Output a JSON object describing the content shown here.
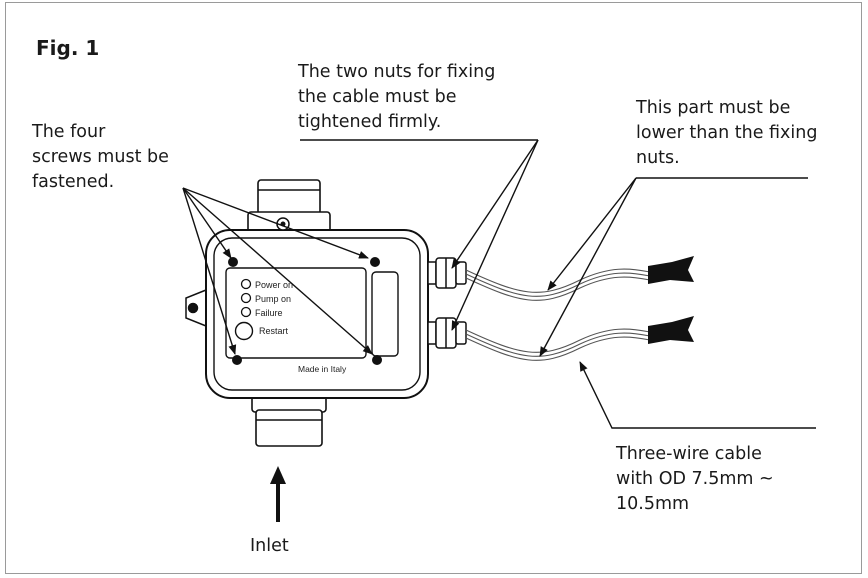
{
  "figure": {
    "title": "Fig. 1"
  },
  "notes": {
    "nuts": "The two nuts for fixing\nthe cable must be\ntightened firmly.",
    "screws": "The four\nscrews must be\nfastened.",
    "part": "This part must be\nlower than the fixing\nnuts.",
    "cable": "Three-wire cable\nwith OD 7.5mm ~\n10.5mm",
    "inlet": "Inlet"
  },
  "device": {
    "leds": [
      "Power on",
      "Pump on",
      "Failure"
    ],
    "restart_label": "Restart",
    "origin_label": "Made in Italy"
  }
}
